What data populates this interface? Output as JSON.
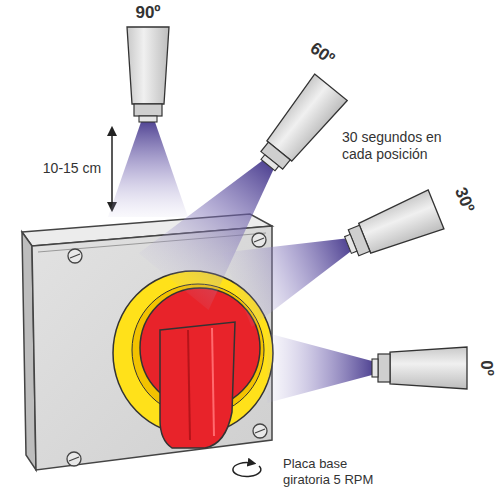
{
  "diagram": {
    "labels": [
      "90º",
      "60º",
      "30º",
      "0º",
      "10-15 cm",
      "30 segundos en cada posición",
      "Placa base giratoria 5 RPM"
    ]
  }
}
